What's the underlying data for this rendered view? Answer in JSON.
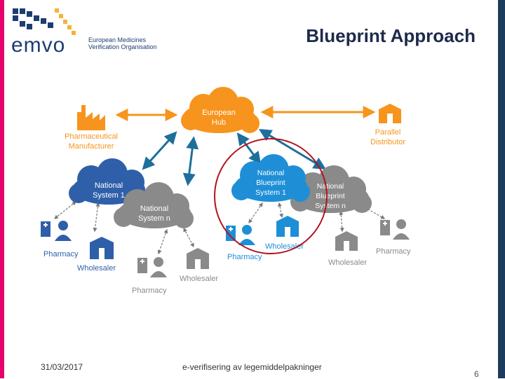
{
  "header": {
    "logo_text": "emvo",
    "logo_org_line1": "European Medicines",
    "logo_org_line2": "Verification Organisation",
    "title": "Blueprint Approach"
  },
  "diagram": {
    "european_hub": [
      "European",
      "Hub"
    ],
    "pharmaceutical_manufacturer": [
      "Pharmaceutical",
      "Manufacturer"
    ],
    "parallel_distributor": [
      "Parallel",
      "Distributor"
    ],
    "national_system_1": [
      "National",
      "System 1"
    ],
    "national_system_n": [
      "National",
      "System n"
    ],
    "national_blueprint_1": [
      "National",
      "Blueprint",
      "System 1"
    ],
    "national_blueprint_n": [
      "National",
      "Blueprint",
      "System n"
    ],
    "pharmacy": "Pharmacy",
    "wholesaler": "Wholesaler",
    "colors": {
      "hub_orange": "#f7941d",
      "blueprint_blue": "#1e8fd6",
      "national_blue": "#2f5fa8",
      "grey": "#8a8a8a",
      "arrow_teal": "#1d6f9c",
      "highlight_red": "#b3121f"
    }
  },
  "footer": {
    "date": "31/03/2017",
    "center": "e-verifisering av legemiddelpakninger",
    "page": "6"
  }
}
